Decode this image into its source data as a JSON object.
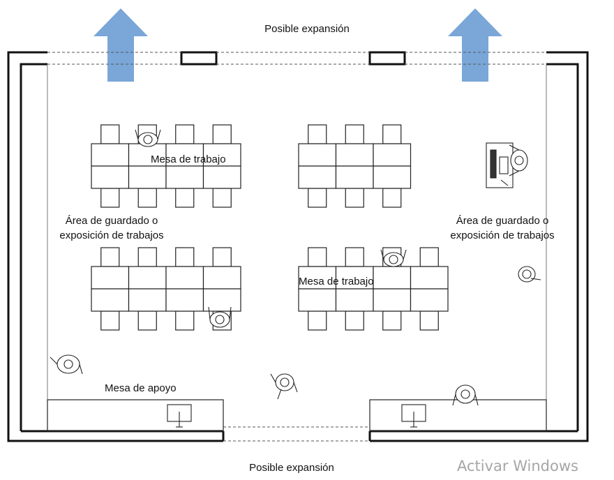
{
  "labels": {
    "expansion_top": "Posible expansión",
    "expansion_bottom": "Posible expansión",
    "table_top_left": "Mesa de trabajo",
    "table_bottom_right": "Mesa de trabajo",
    "storage_left_1": "Área de guardado o",
    "storage_left_2": "exposición de trabajos",
    "storage_right_1": "Área de guardado o",
    "storage_right_2": "exposición de trabajos",
    "support_table": "Mesa de apoyo"
  },
  "watermark": "Activar Windows",
  "colors": {
    "arrow": "#7aa6d8",
    "wall": "#111111",
    "line": "#333333",
    "watermark": "#a6a6a6"
  },
  "icons": [
    "up-arrow-icon",
    "person-icon",
    "computer-icon"
  ]
}
